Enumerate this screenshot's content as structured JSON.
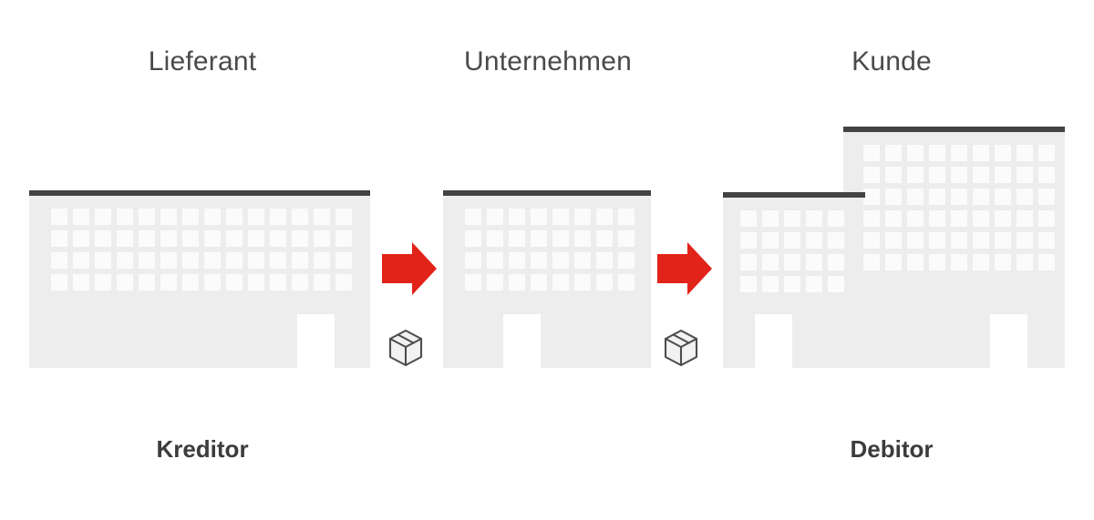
{
  "diagram": {
    "title_row": {
      "supplier": "Lieferant",
      "company": "Unternehmen",
      "customer": "Kunde"
    },
    "role_row": {
      "supplier_role": "Kreditor",
      "customer_role": "Debitor"
    },
    "colors": {
      "building_body": "#ededed",
      "building_roof": "#434343",
      "window": "#fbfbfb",
      "door": "#ffffff",
      "arrow_red": "#e2231a",
      "title_text": "#4a4a4a",
      "label_text": "#3c3c3c",
      "icon_outline": "#4d4d4d",
      "background": "#ffffff"
    },
    "icons": {
      "arrow_1": "right-arrow-icon",
      "arrow_2": "right-arrow-icon",
      "package_1": "package-box-icon",
      "package_2": "package-box-icon"
    },
    "buildings": [
      {
        "id": "lieferant",
        "window_columns": 14,
        "window_rows": 4,
        "doors": 1
      },
      {
        "id": "unternehmen",
        "window_columns": 8,
        "window_rows": 4,
        "doors": 1
      },
      {
        "id": "kunde-small",
        "window_columns": 5,
        "window_rows": 4,
        "doors": 1
      },
      {
        "id": "kunde-tall",
        "window_columns": 9,
        "window_rows": 6,
        "doors": 1
      }
    ]
  }
}
